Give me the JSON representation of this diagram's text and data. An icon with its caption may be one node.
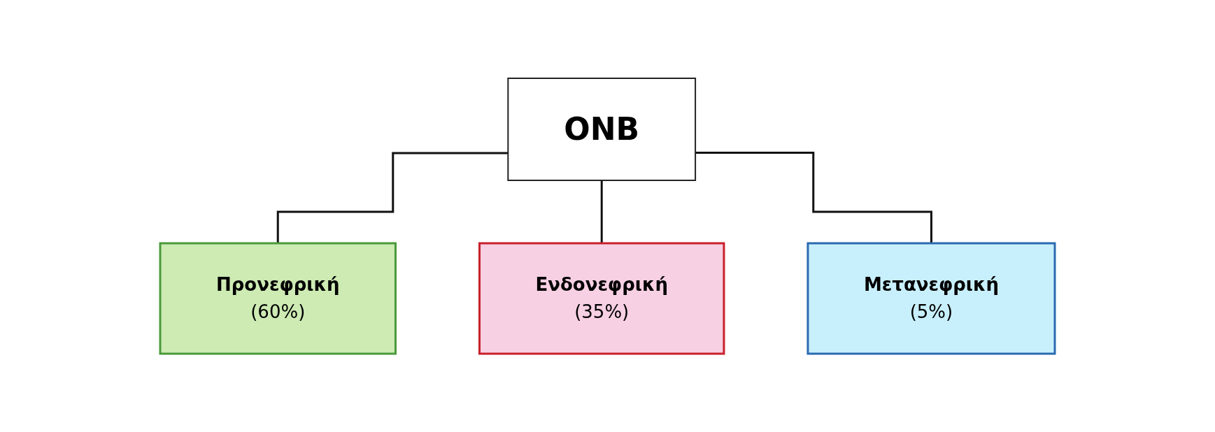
{
  "diagram": {
    "nodes": [
      {
        "text": [
          "ONB"
        ]
      },
      {
        "text": [
          "Προνεφρική",
          "(60%)"
        ]
      },
      {
        "text": [
          "Ενδονεφρική",
          "(35%)"
        ]
      },
      {
        "text": [
          "Μετανεφρική",
          "(5%)"
        ]
      }
    ],
    "edges": [
      {
        "from": 0,
        "to": 1,
        "arrow": "none"
      },
      {
        "from": 0,
        "to": 2,
        "arrow": "none"
      },
      {
        "from": 0,
        "to": 3,
        "arrow": "none"
      }
    ]
  }
}
